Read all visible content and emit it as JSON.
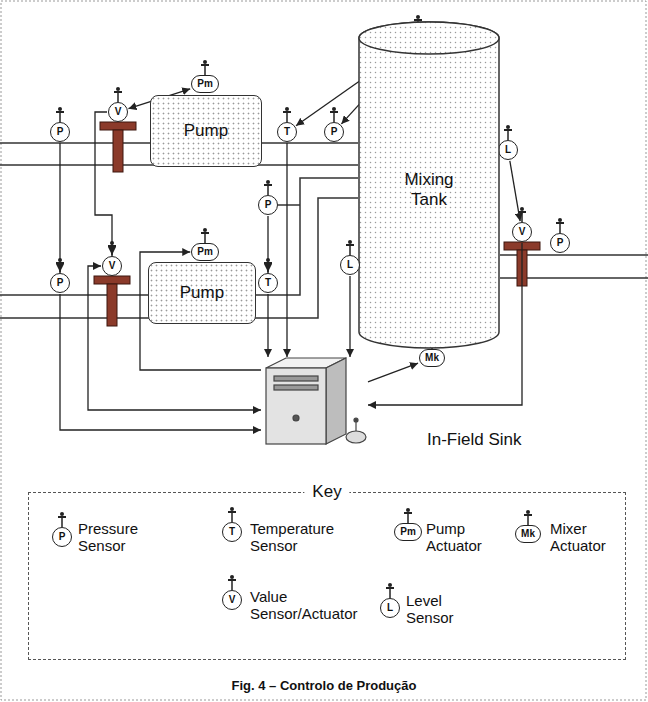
{
  "diagram": {
    "caption": "Fig. 4 – Controlo de Produção",
    "nodes": [
      {
        "text": [
          "T"
        ]
      },
      {
        "text": [
          "Pm"
        ]
      },
      {
        "text": [
          "V"
        ]
      },
      {
        "text": [
          "Pump"
        ]
      },
      {
        "text": [
          "P"
        ]
      },
      {
        "text": [
          "T"
        ]
      },
      {
        "text": [
          "P"
        ]
      },
      {
        "text": [
          "L"
        ]
      },
      {
        "text": [
          "Mixing Tank"
        ]
      },
      {
        "text": [
          "P"
        ]
      },
      {
        "text": [
          "V"
        ]
      },
      {
        "text": [
          "P"
        ]
      },
      {
        "text": [
          "L"
        ]
      },
      {
        "text": [
          "Pm"
        ]
      },
      {
        "text": [
          "V"
        ]
      },
      {
        "text": [
          "P"
        ]
      },
      {
        "text": [
          "T"
        ]
      },
      {
        "text": [
          "Pump"
        ]
      },
      {
        "text": [
          "Mk"
        ]
      },
      {
        "text": [
          "In-Field Sink"
        ]
      },
      {
        "text": [
          "Key"
        ]
      }
    ],
    "edges": [
      {
        "from": 2,
        "to": 1,
        "arrow": "both"
      },
      {
        "from": 4,
        "to": 15,
        "arrow": "to"
      },
      {
        "from": 2,
        "to": 14,
        "arrow": "to"
      },
      {
        "from": 0,
        "to": 6,
        "arrow": "to"
      },
      {
        "from": 0,
        "to": 5,
        "arrow": "to"
      },
      {
        "from": 5,
        "to": 19,
        "arrow": "to"
      },
      {
        "from": 9,
        "to": 16,
        "arrow": "to"
      },
      {
        "from": 19,
        "to": 13,
        "arrow": "to"
      },
      {
        "from": 16,
        "to": 19,
        "arrow": "to"
      },
      {
        "from": 12,
        "to": 19,
        "arrow": "to"
      },
      {
        "from": 19,
        "to": 18,
        "arrow": "to"
      },
      {
        "from": 7,
        "to": 10,
        "arrow": "to"
      },
      {
        "from": 10,
        "to": 19,
        "arrow": "to"
      },
      {
        "from": 15,
        "to": 19,
        "arrow": "to"
      },
      {
        "from": 14,
        "to": 19,
        "arrow": "both"
      }
    ],
    "labels": [
      "P",
      "T",
      "Pm",
      "Mk",
      "V",
      "L"
    ],
    "legend": [
      {
        "text": "Pressure Sensor"
      },
      {
        "text": "Temperature Sensor"
      },
      {
        "text": "Pump Actuator"
      },
      {
        "text": "Mixer Actuator"
      },
      {
        "text": "Value Sensor/Actuator"
      },
      {
        "text": "Level Sensor"
      }
    ]
  }
}
